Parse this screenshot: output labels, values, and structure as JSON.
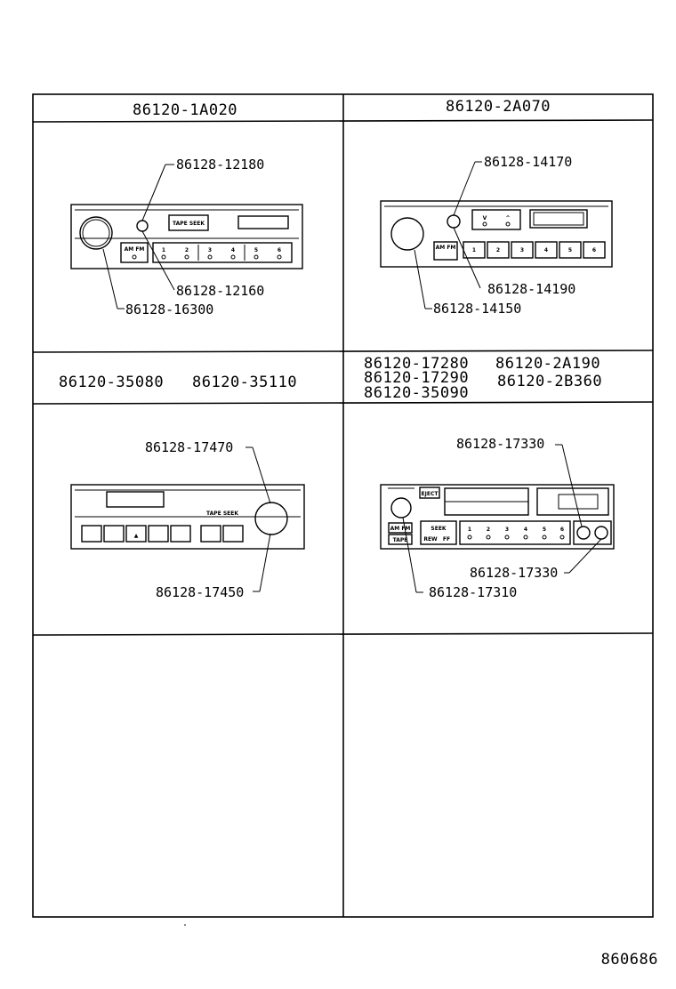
{
  "sheet_code": "860686",
  "panels": {
    "p1": {
      "header": "86120-1A020",
      "callouts": [
        "86128-12180",
        "86128-12160",
        "86128-16300"
      ]
    },
    "p2": {
      "header": "86120-2A070",
      "callouts": [
        "86128-14170",
        "86128-14190",
        "86128-14150"
      ]
    },
    "p3": {
      "header_left": "86120-35080",
      "header_right": "86120-35110",
      "callouts": [
        "86128-17470",
        "86128-17450"
      ]
    },
    "p4": {
      "header_lines": [
        "86120-17280",
        "86120-2A190",
        "86120-17290",
        "86120-2B360",
        "86120-35090"
      ],
      "callouts": [
        "86128-17330",
        "86128-17330",
        "86128-17310"
      ]
    }
  },
  "unit_labels": {
    "am_fm": "AM FM",
    "tape": "TAPE",
    "seek": "SEEK",
    "tape_seek": "TAPE SEEK",
    "rew": "REW",
    "ff": "FF",
    "eject": "EJECT",
    "presets": [
      "1",
      "2",
      "3",
      "4",
      "5",
      "6"
    ]
  }
}
